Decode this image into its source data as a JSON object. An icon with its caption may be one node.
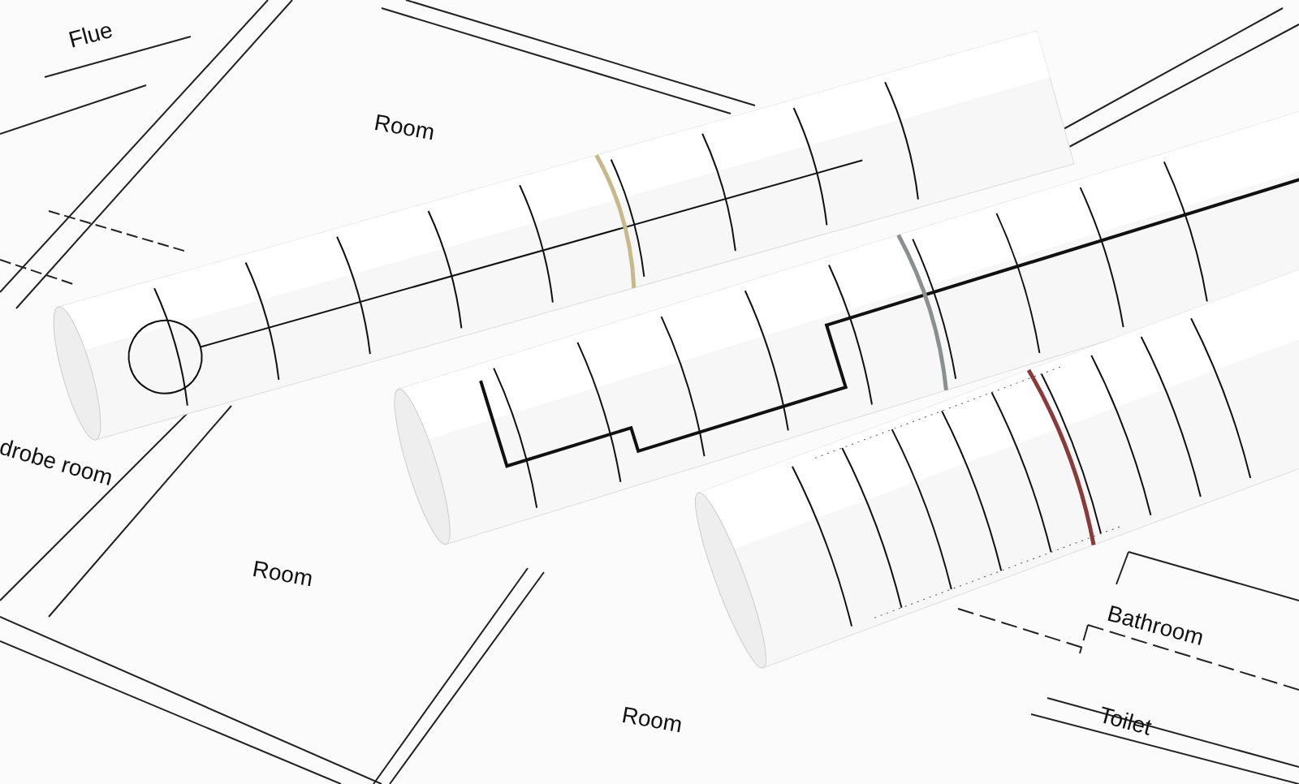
{
  "diagram": {
    "labels": [
      "Flue",
      "Room",
      "drobe room",
      "Room",
      "Bathroom",
      "Room",
      "Toilet"
    ]
  }
}
